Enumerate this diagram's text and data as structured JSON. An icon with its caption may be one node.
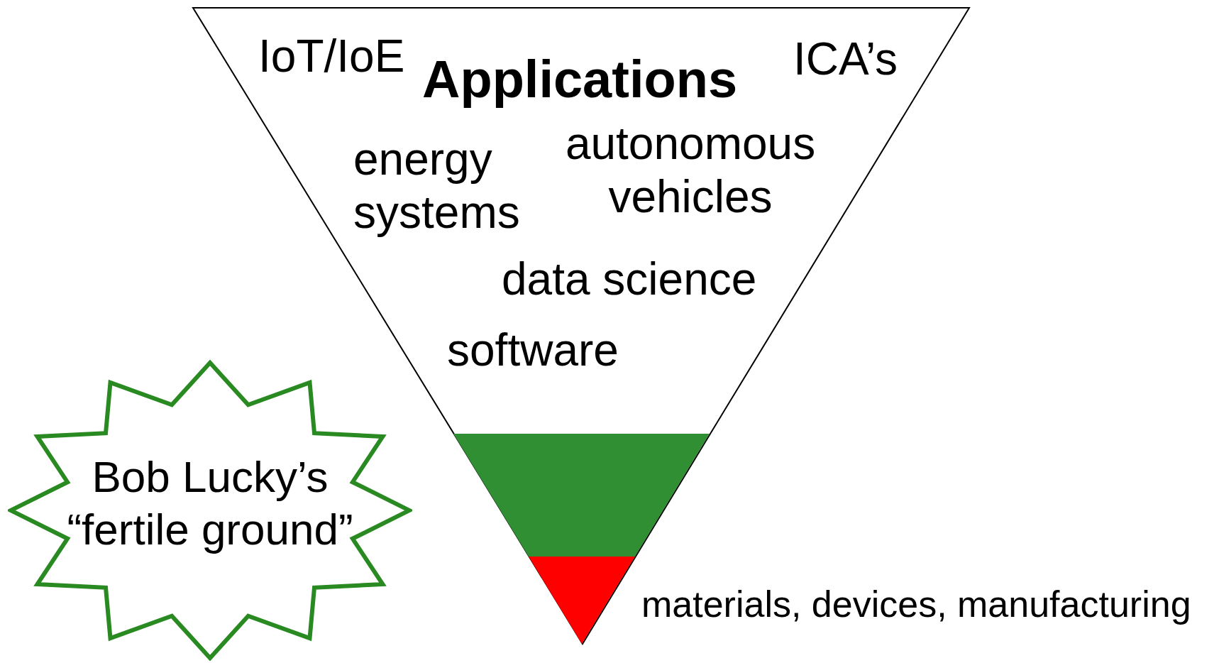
{
  "diagram": {
    "nodes": [
      {
        "text": [
          "IoT/IoE",
          "Applications",
          "ICA’s",
          "energy systems",
          "autonomous vehicles",
          "data science",
          "software"
        ]
      },
      {
        "text": [],
        "shape": "bar",
        "in": 0
      },
      {
        "text": [],
        "shape": "triangle",
        "in": 0,
        "beside": [
          "materials, devices, manufacturing"
        ]
      },
      {
        "text": [
          "Bob Lucky’s “fertile ground”"
        ]
      }
    ]
  }
}
